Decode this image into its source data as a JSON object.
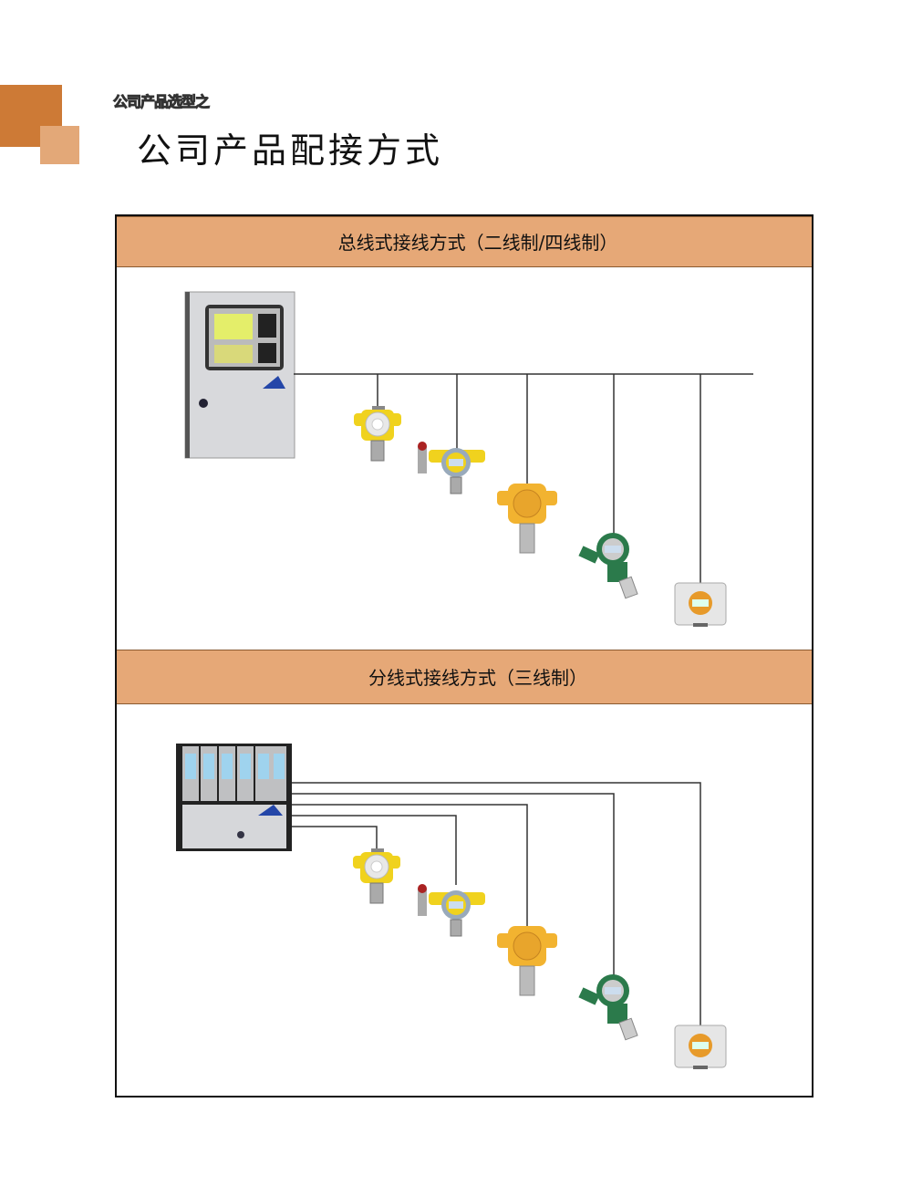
{
  "header": {
    "subtitle": "公司产品选型之",
    "title": "公司产品配接方式"
  },
  "sections": [
    {
      "heading": "总线式接线方式（二线制/四线制）"
    },
    {
      "heading": "分线式接线方式（三线制）"
    }
  ]
}
